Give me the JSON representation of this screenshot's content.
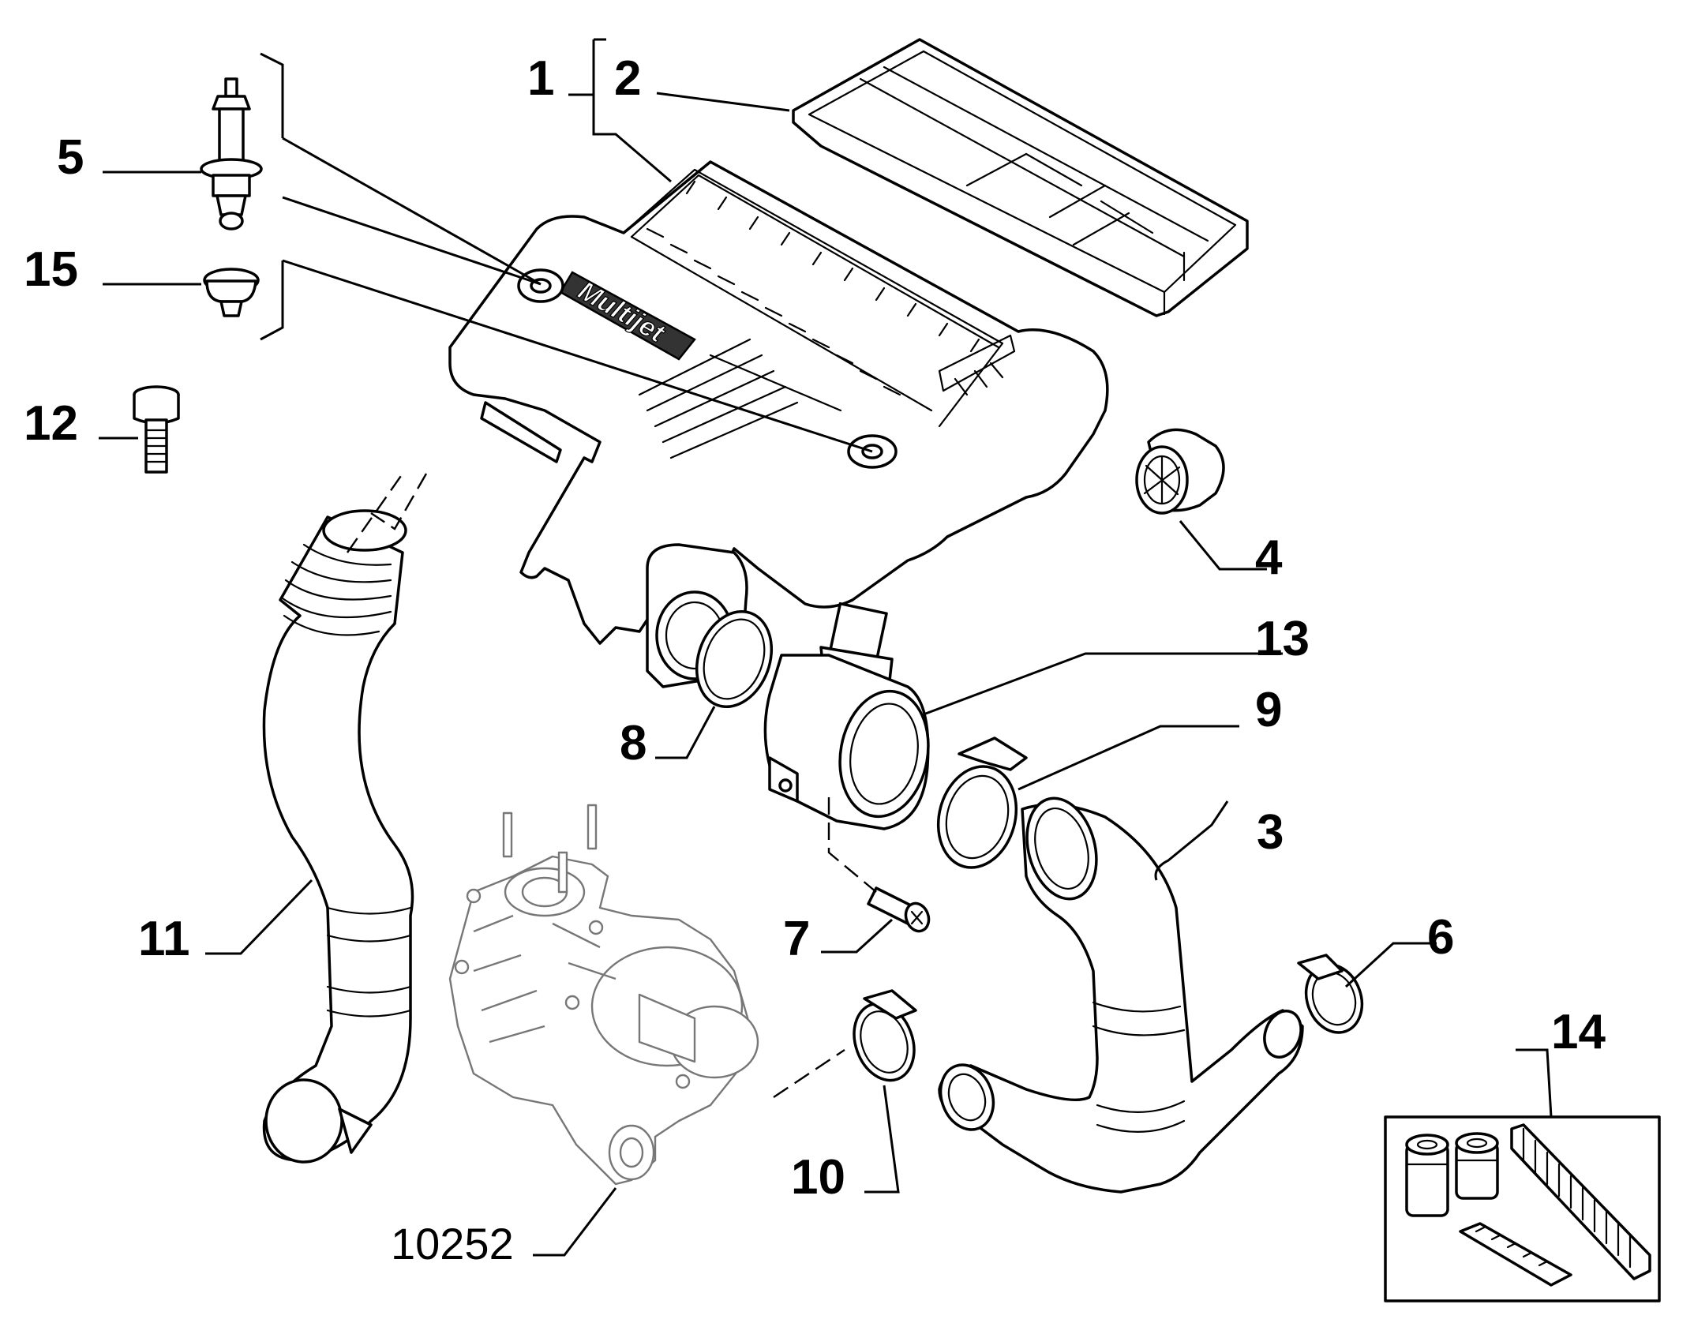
{
  "diagram": {
    "cover_brand": "Multijet",
    "callouts": [
      {
        "id": "1",
        "label": "1"
      },
      {
        "id": "2",
        "label": "2"
      },
      {
        "id": "3",
        "label": "3"
      },
      {
        "id": "4",
        "label": "4"
      },
      {
        "id": "5",
        "label": "5"
      },
      {
        "id": "6",
        "label": "6"
      },
      {
        "id": "7",
        "label": "7"
      },
      {
        "id": "8",
        "label": "8"
      },
      {
        "id": "9",
        "label": "9"
      },
      {
        "id": "10",
        "label": "10"
      },
      {
        "id": "11",
        "label": "11"
      },
      {
        "id": "12",
        "label": "12"
      },
      {
        "id": "13",
        "label": "13"
      },
      {
        "id": "14",
        "label": "14"
      },
      {
        "id": "15",
        "label": "15"
      }
    ],
    "reference": "10252"
  }
}
